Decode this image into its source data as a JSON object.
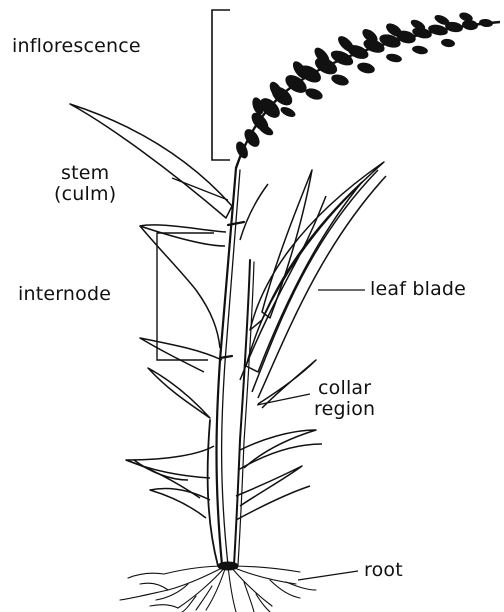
{
  "labels": {
    "inflorescence": "inflorescence",
    "stem_line1": "stem",
    "stem_line2": "(culm)",
    "internode": "internode",
    "leaf_blade": "leaf blade",
    "collar_line1": "collar",
    "collar_line2": "region",
    "root": "root"
  },
  "colors": {
    "ink": "#111111",
    "background": "#ffffff"
  }
}
